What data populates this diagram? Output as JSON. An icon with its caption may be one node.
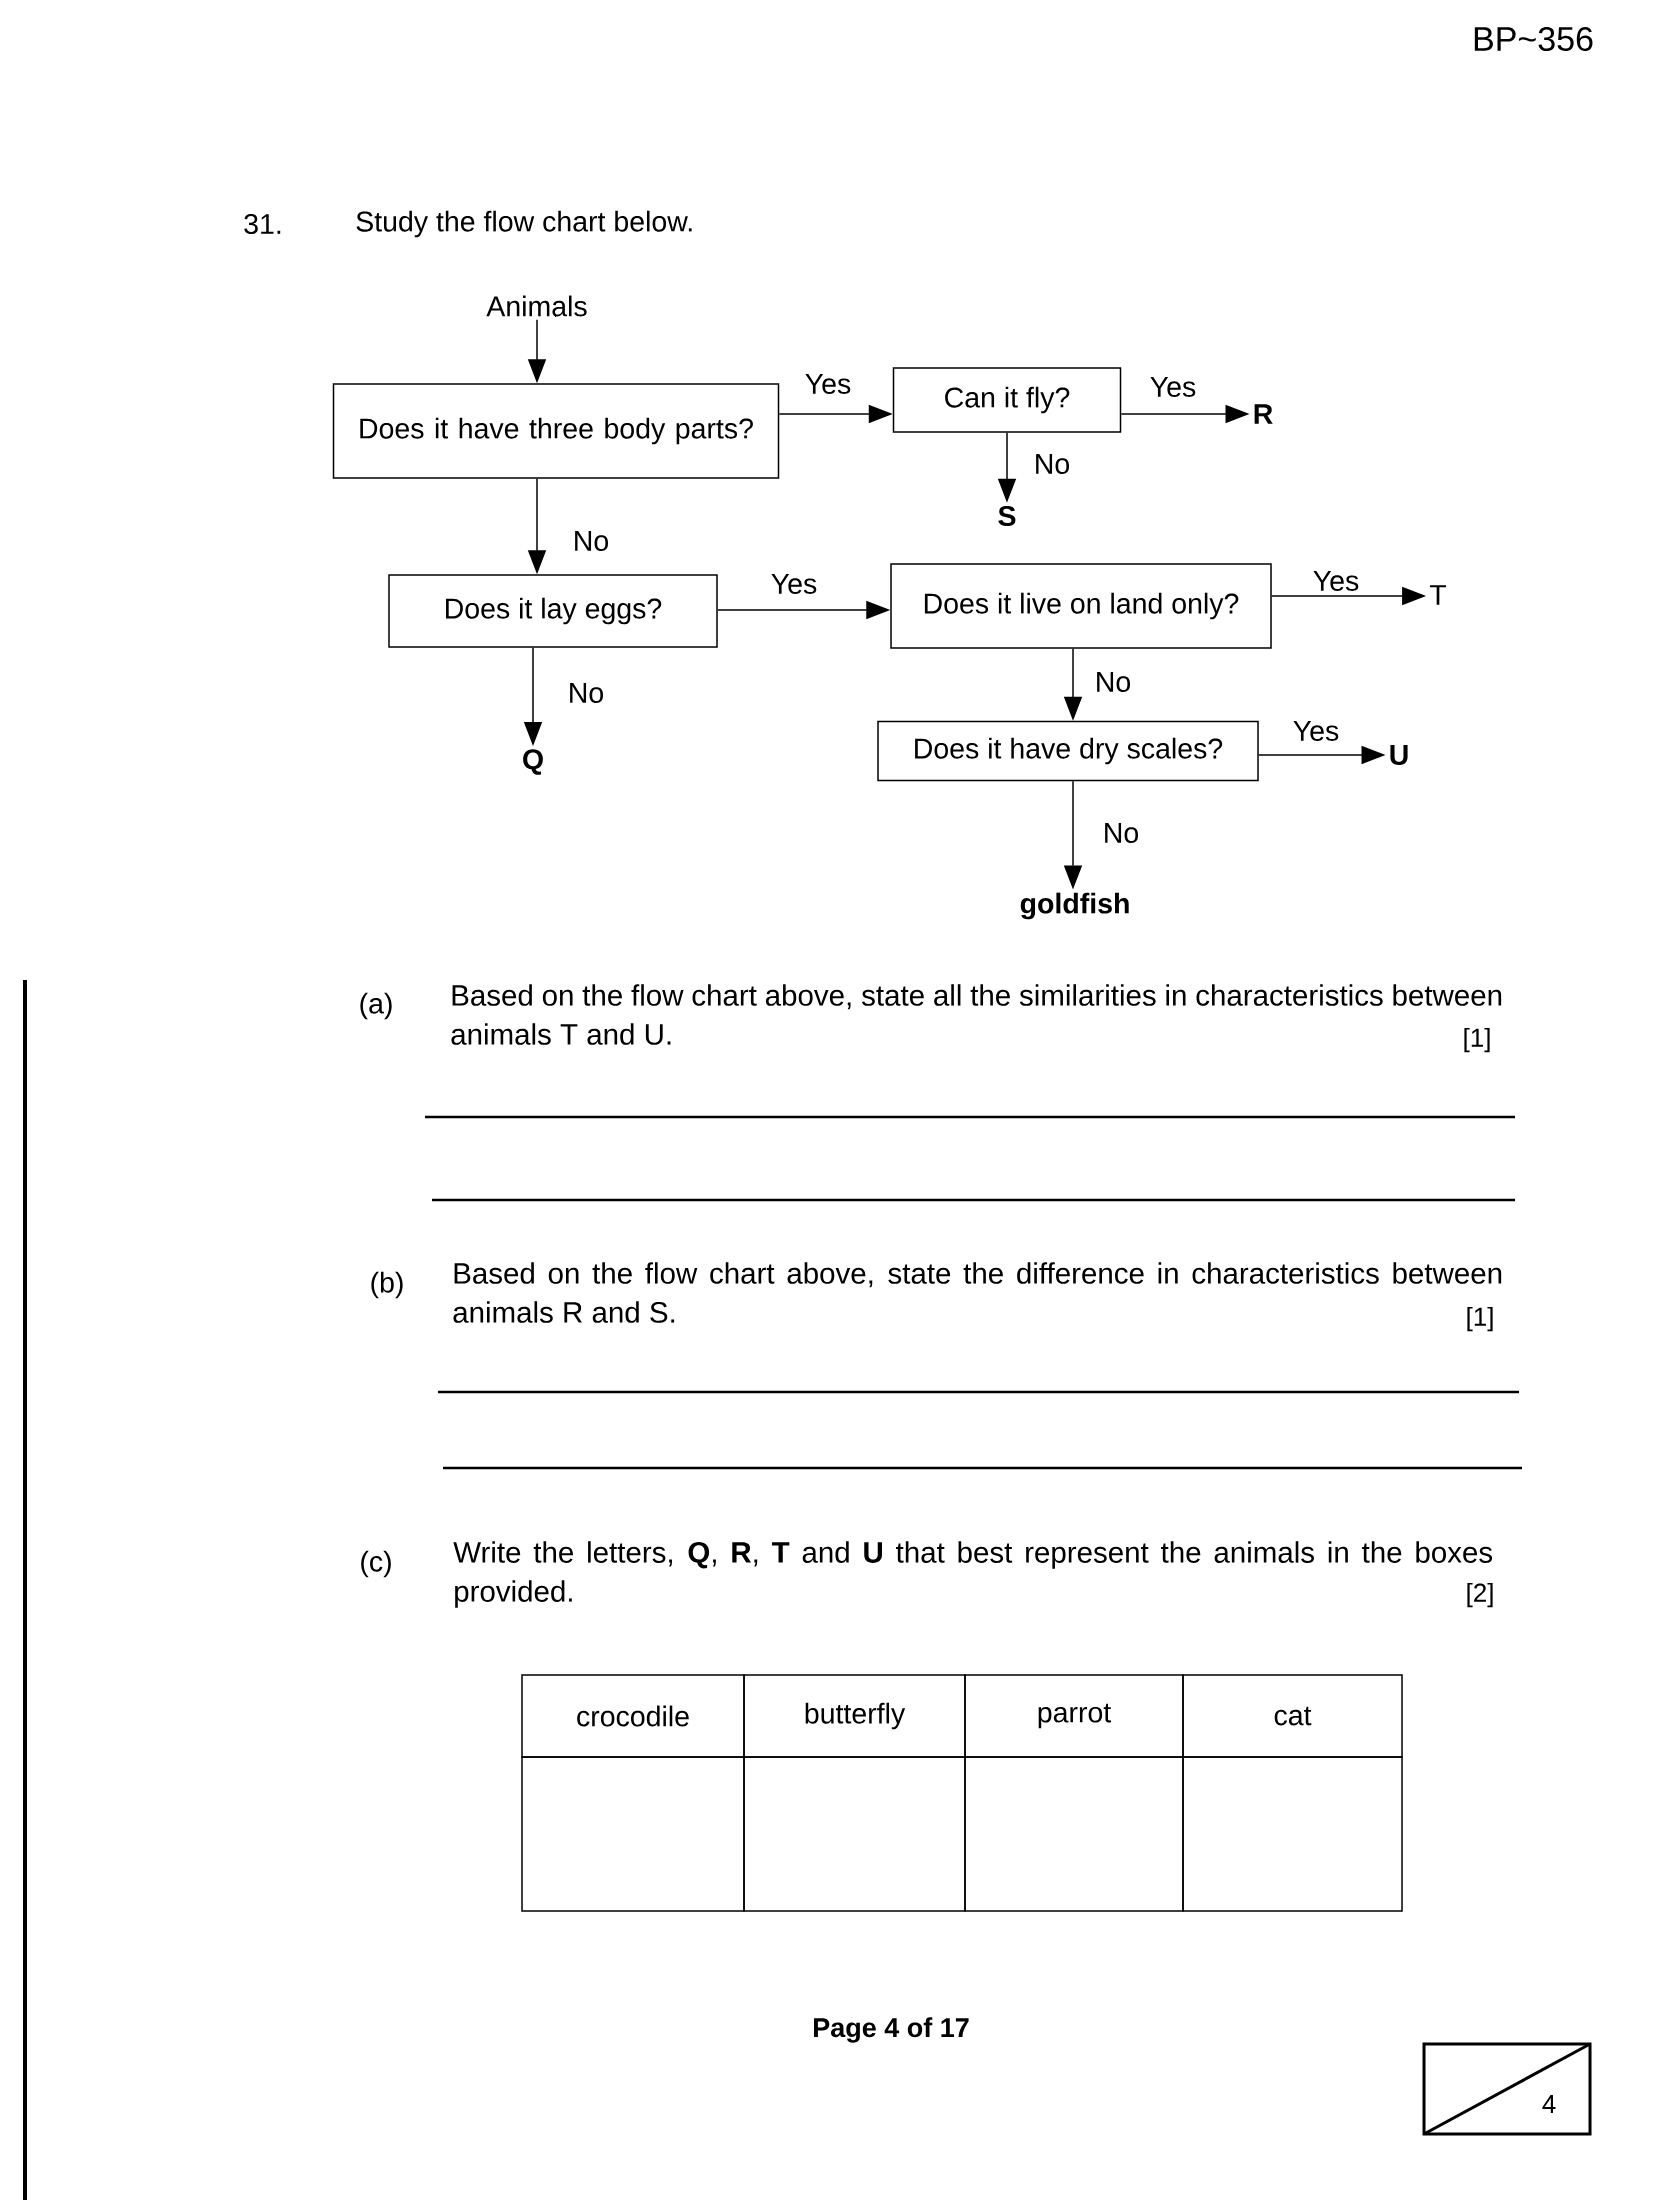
{
  "diagram": {
    "title": "Study the flow chart below.",
    "nodes": [
      {
        "text": [
          "Animals"
        ]
      },
      {
        "text": [
          "Does it have three body parts?"
        ]
      },
      {
        "text": [
          "Can it fly?"
        ]
      },
      {
        "text": [
          "R"
        ]
      },
      {
        "text": [
          "S"
        ]
      },
      {
        "text": [
          "Does it lay eggs?"
        ]
      },
      {
        "text": [
          "Does it live on land only?"
        ]
      },
      {
        "text": [
          "T"
        ]
      },
      {
        "text": [
          "Q"
        ]
      },
      {
        "text": [
          "Does it have dry scales?"
        ]
      },
      {
        "text": [
          "U"
        ]
      },
      {
        "text": [
          "goldfish"
        ]
      }
    ],
    "edges": [
      {
        "from": 0,
        "to": 1,
        "arrow": "to"
      },
      {
        "from": 1,
        "to": 2,
        "arrow": "to",
        "label": "Yes"
      },
      {
        "from": 2,
        "to": 3,
        "arrow": "to",
        "label": "Yes"
      },
      {
        "from": 2,
        "to": 4,
        "arrow": "to",
        "label": "No"
      },
      {
        "from": 1,
        "to": 5,
        "arrow": "to",
        "label": "No"
      },
      {
        "from": 5,
        "to": 6,
        "arrow": "to",
        "label": "Yes"
      },
      {
        "from": 6,
        "to": 7,
        "arrow": "to",
        "label": "Yes"
      },
      {
        "from": 6,
        "to": 9,
        "arrow": "to",
        "label": "No"
      },
      {
        "from": 5,
        "to": 8,
        "arrow": "to",
        "label": "No"
      },
      {
        "from": 9,
        "to": 10,
        "arrow": "to",
        "label": "Yes"
      },
      {
        "from": 9,
        "to": 11,
        "arrow": "to",
        "label": "No"
      }
    ],
    "labels": [
      "BP~356",
      "31.",
      "(a)",
      "Based on the flow chart above, state all the similarities in characteristics between animals T and U.",
      "[1]",
      "(b)",
      "Based on the flow chart above, state the difference in characteristics between animals R and S.",
      "[1]",
      "(c)",
      "Write the letters, **Q**, **R**, **T** and **U** that best represent the animals in the boxes provided.",
      "[2]",
      "crocodile",
      "butterfly",
      "parrot",
      "cat",
      "Page 4 of 17",
      "4"
    ]
  }
}
